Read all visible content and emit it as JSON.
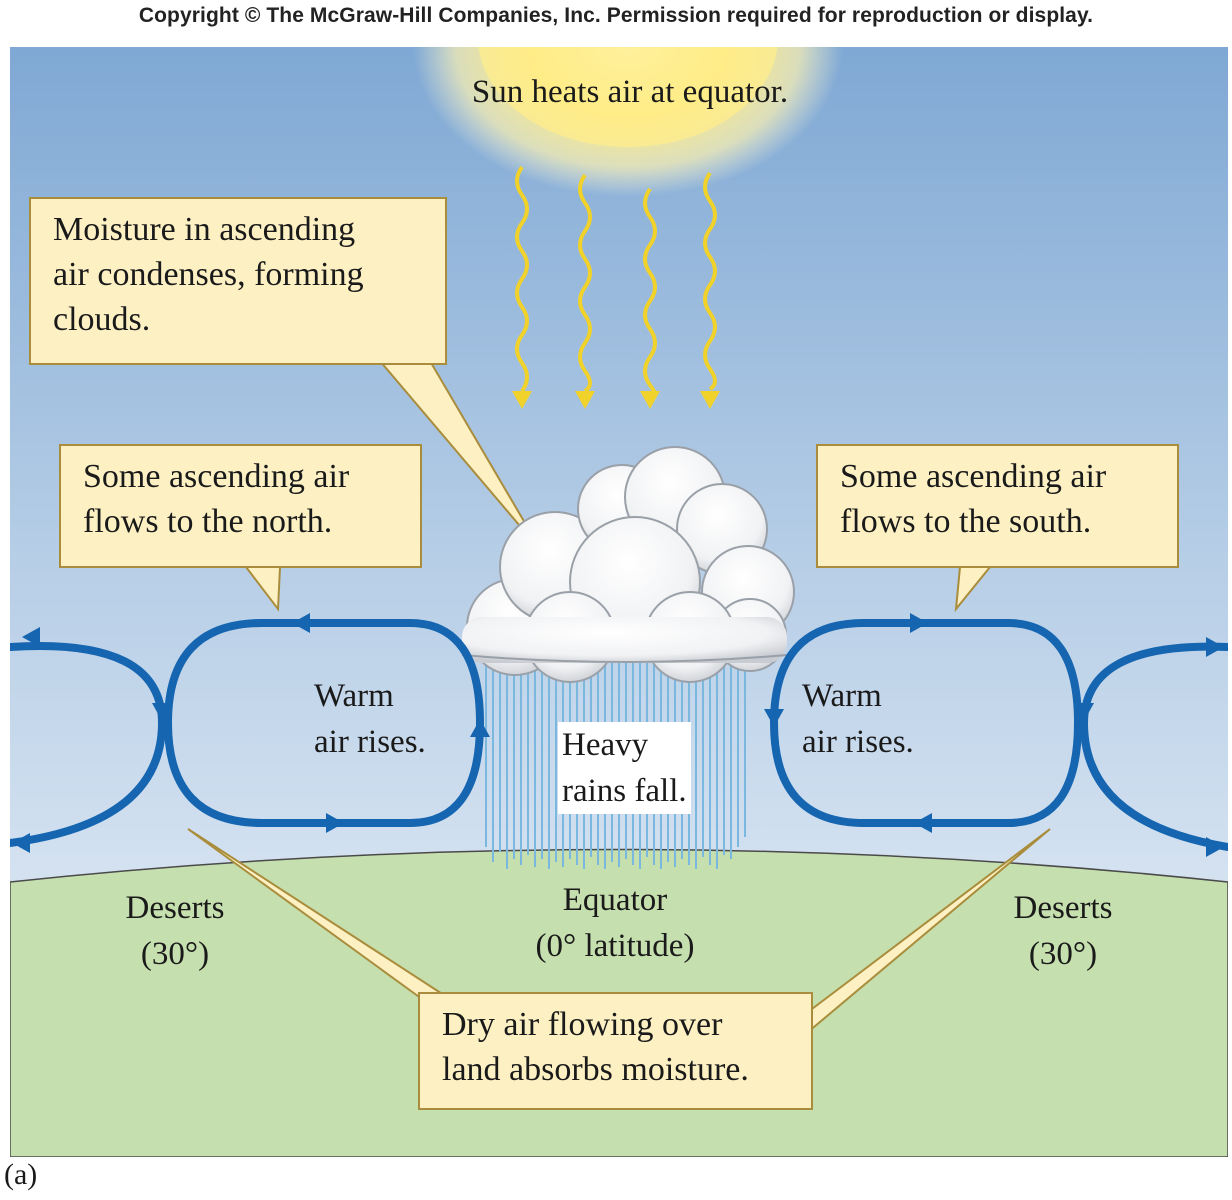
{
  "copyright": "Copyright © The McGraw-Hill Companies, Inc. Permission required for reproduction or display.",
  "figure_label": "(a)",
  "sun_label": "Sun heats air at equator.",
  "callouts": {
    "condensation": "Moisture in ascending\nair condenses, forming\nclouds.",
    "flows_north": "Some ascending air\nflows to the north.",
    "flows_south": "Some ascending air\nflows to the south.",
    "dry_air": "Dry air flowing over\nland absorbs moisture."
  },
  "labels": {
    "warm_air_left": "Warm\nair rises.",
    "warm_air_right": "Warm\nair rises.",
    "heavy_rain": "Heavy\nrains fall.",
    "equator": "Equator\n(0° latitude)",
    "desert_left": "Deserts\n(30°)",
    "desert_right": "Deserts\n(30°)"
  },
  "colors": {
    "sky_top": "#7fa8d4",
    "sky_bottom": "#e6eef7",
    "land": "#c5dfae",
    "circulation_arrow": "#1565b0",
    "rain": "#7ab8e0",
    "callout_fill": "#fdf1c4",
    "callout_border": "#a98d3c",
    "sun_glow": "#ffe97a",
    "heat_wave": "#f1d22a"
  },
  "icons": [
    "sun-icon",
    "heat-wave-icon",
    "cloud-icon",
    "rain-icon",
    "circulation-arrow-icon"
  ]
}
